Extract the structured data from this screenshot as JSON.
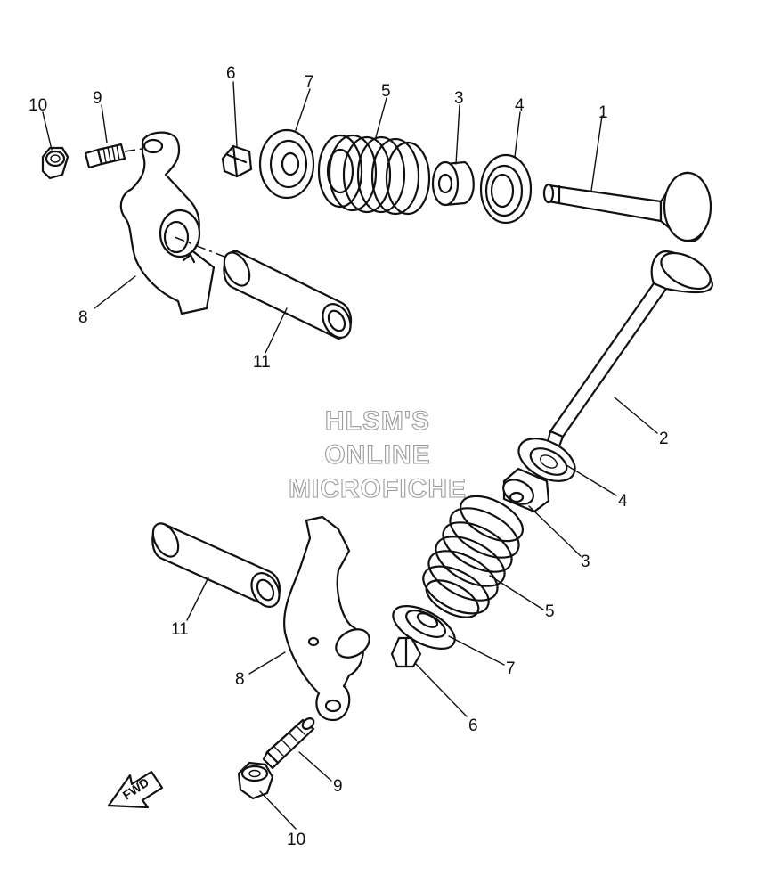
{
  "watermark": {
    "line1": "HLSM'S",
    "line2": "ONLINE",
    "line3": "MICROFICHE"
  },
  "direction_arrow": {
    "label": "FWD"
  },
  "callouts": {
    "c1": "1",
    "c2": "2",
    "c3_top": "3",
    "c3_bottom": "3",
    "c4_top": "4",
    "c4_bottom": "4",
    "c5_top": "5",
    "c5_bottom": "5",
    "c6_top": "6",
    "c6_bottom": "6",
    "c7_top": "7",
    "c7_bottom": "7",
    "c8_top": "8",
    "c8_bottom": "8",
    "c9_top": "9",
    "c9_bottom": "9",
    "c10_top": "10",
    "c10_bottom": "10",
    "c11_top": "11",
    "c11_bottom": "11"
  }
}
